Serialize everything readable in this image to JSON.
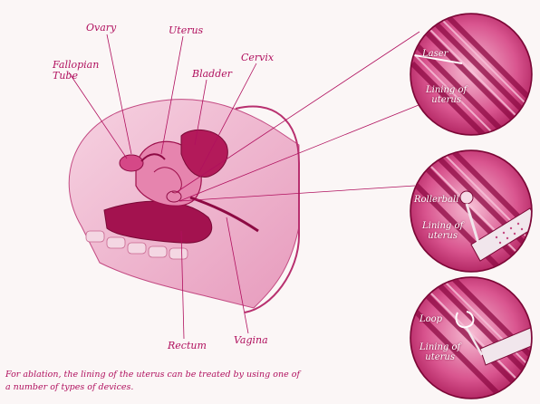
{
  "labels": {
    "ovary": "Ovary",
    "uterus": "Uterus",
    "fallopian_tube": "Fallopian\nTube",
    "bladder": "Bladder",
    "cervix": "Cervix",
    "rectum": "Rectum",
    "vagina": "Vagina"
  },
  "insets": [
    {
      "device": "Laser",
      "tissue": "Lining of\nuterus"
    },
    {
      "device": "Rollerball",
      "tissue": "Lining of\nuterus"
    },
    {
      "device": "Loop",
      "tissue": "Lining of\nuterus"
    }
  ],
  "caption": "For ablation, the lining of the uterus can be treated by using one of a number of types of devices.",
  "colors": {
    "accent": "#b0105e",
    "tissue_light": "#f2c3d6",
    "tissue_mid": "#dc6a9c",
    "tissue_dark": "#a3124f",
    "background": "#fbf6f6"
  }
}
